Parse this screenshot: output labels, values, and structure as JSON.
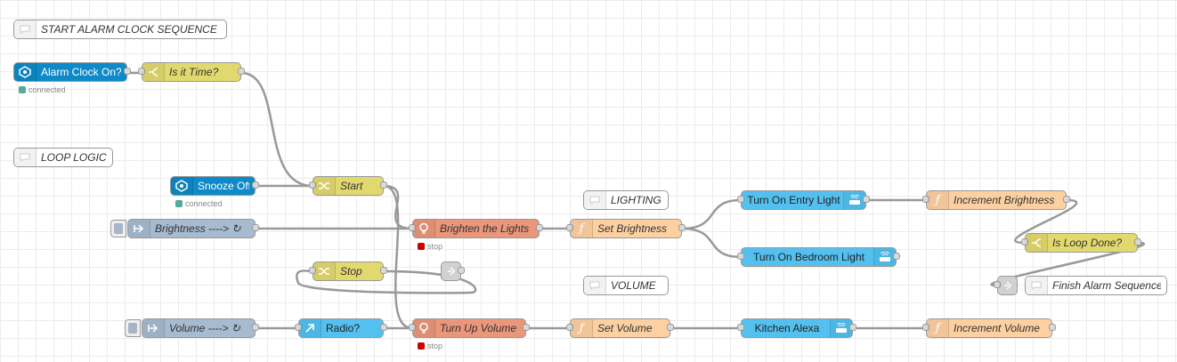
{
  "comments": {
    "start_alarm": "START ALARM CLOCK SEQUENCE",
    "loop_logic": "LOOP LOGIC",
    "lighting": "LIGHTING",
    "volume": "VOLUME",
    "finish": "Finish Alarm Sequence"
  },
  "nodes": {
    "alarm_clock_on": "Alarm Clock On?",
    "is_it_time": "Is it Time?",
    "snooze_off": "Snooze Off",
    "start": "Start",
    "brightness_inject": "Brightness ----> ↻",
    "brighten_lights": "Brighten the Lights",
    "set_brightness": "Set Brightness",
    "entry_light": "Turn On Entry Light",
    "bedroom_light": "Turn On Bedroom Light",
    "increment_brightness": "Increment Brightness",
    "is_loop_done": "Is Loop Done?",
    "stop": "Stop",
    "volume_inject": "Volume ----> ↻",
    "radio": "Radio?",
    "turn_up_volume": "Turn Up Volume",
    "set_volume": "Set Volume",
    "kitchen_alexa": "Kitchen Alexa",
    "increment_volume": "Increment Volume"
  },
  "status": {
    "connected": "connected",
    "stop": "stop"
  },
  "colors": {
    "ha_server": "#0e8ac8",
    "switch": "#e2d96e",
    "inject": "#a6bbcf",
    "trigger": "#e9967a",
    "function": "#fdd0a2",
    "light": "#53c0f0",
    "status_green": "#5a9",
    "status_red": "#c00"
  }
}
